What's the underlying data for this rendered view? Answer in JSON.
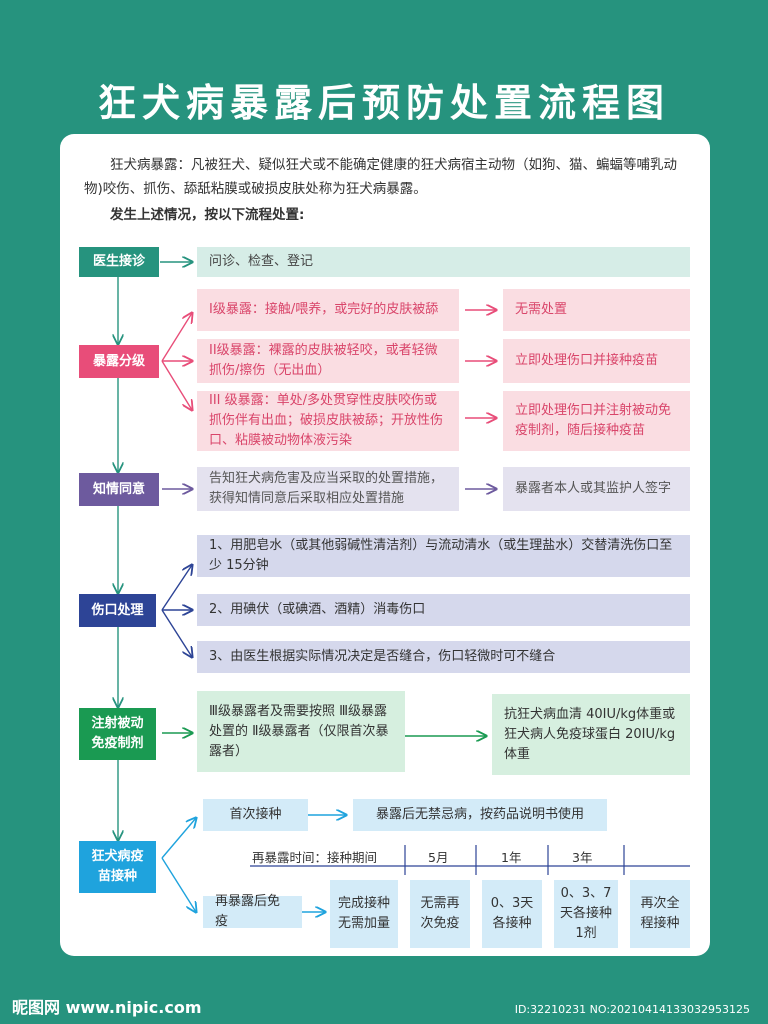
{
  "title": "狂犬病暴露后预防处置流程图",
  "intro": {
    "definition": "狂犬病暴露：凡被狂犬、疑似狂犬或不能确定健康的狂犬病宿主动物（如狗、猫、蝙蝠等哺乳动物)咬伤、抓伤、舔舐粘膜或破损皮肤处称为狂犬病暴露。",
    "instruction": "发生上述情况，按以下流程处置:"
  },
  "steps": {
    "doctor": {
      "label": "医生接诊",
      "content": "问诊、检查、登记"
    },
    "grading": {
      "label": "暴露分级",
      "levels": [
        {
          "desc": "I级暴露：接触/喂养，或完好的皮肤被舔",
          "action": "无需处置"
        },
        {
          "desc": "II级暴露：裸露的皮肤被轻咬，或者轻微抓伤/擦伤（无出血）",
          "action": "立即处理伤口并接种疫苗"
        },
        {
          "desc": "III 级暴露：单处/多处贯穿性皮肤咬伤或抓伤伴有出血；破损皮肤被舔；开放性伤口、粘膜被动物体液污染",
          "action": "立即处理伤口并注射被动免疫制剂，随后接种疫苗"
        }
      ]
    },
    "consent": {
      "label": "知情同意",
      "content": "告知狂犬病危害及应当采取的处置措施，获得知情同意后采取相应处置措施",
      "signer": "暴露者本人或其监护人签字"
    },
    "wound": {
      "label": "伤口处理",
      "items": [
        "1、用肥皂水（或其他弱碱性清洁剂）与流动清水（或生理盐水）交替清洗伤口至少 15分钟",
        "2、用碘伏（或碘酒、酒精）消毒伤口",
        "3、由医生根据实际情况决定是否缝合，伤口轻微时可不缝合"
      ]
    },
    "passive": {
      "label": "注射被动免疫制剂",
      "who": "Ⅲ级暴露者及需要按照 Ⅲ级暴露处置的 Ⅱ级暴露者（仅限首次暴露者）",
      "what": "抗狂犬病血清 40IU/kg体重或狂犬病人免疫球蛋白 20IU/kg体重"
    },
    "vaccine": {
      "label": "狂犬病疫苗接种",
      "first": {
        "label": "首次接种",
        "note": "暴露后无禁忌病，按药品说明书使用"
      },
      "re": {
        "label": "再暴露后免疫",
        "header": {
          "label": "再暴露时间：接种期间",
          "cols": [
            "5月",
            "1年",
            "3年"
          ]
        },
        "cells": [
          "完成接种无需加量",
          "无需再次免疫",
          "0、3天各接种",
          "0、3、7天各接种1剂",
          "再次全程接种"
        ]
      }
    }
  },
  "colors": {
    "bg": "#26937e",
    "teal": "#26937e",
    "pink": "#e84d79",
    "purple": "#6d5a9e",
    "navy": "#2d4496",
    "green": "#1a9a52",
    "blue": "#1fa3dd"
  },
  "watermark": {
    "left": "昵图网 www.nipic.com",
    "right": "ID:32210231 NO:20210414133032953125"
  }
}
